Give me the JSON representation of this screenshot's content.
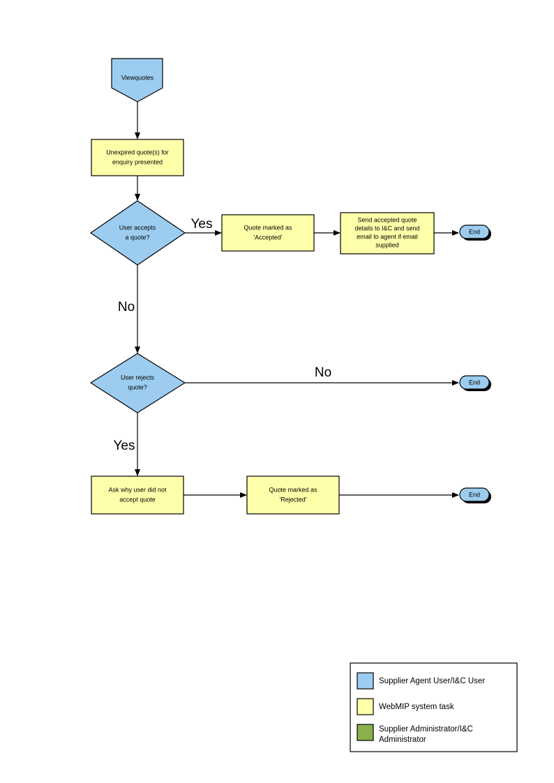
{
  "diagram": {
    "title_text": "",
    "colors": {
      "actor_blue": "#9CCDF0",
      "system_yellow": "#FFFFAA",
      "admin_green": "#8CB04E",
      "stroke": "#000000",
      "background": "#FFFFFF"
    },
    "nodes": {
      "start": {
        "label": "Viewquotes",
        "shape": "pentagon",
        "fill": "#9CCDF0"
      },
      "unexpired": {
        "label_line1": "Unexpired quote(s) for",
        "label_line2": "enquiry presented",
        "shape": "process",
        "fill": "#FFFFAA"
      },
      "decision_accept": {
        "label_line1": "User accepts",
        "label_line2": "a quote?",
        "shape": "diamond",
        "fill": "#9CCDF0"
      },
      "quote_accepted": {
        "label_line1": "Quote  marked as",
        "label_line2": "'Accepted'",
        "shape": "process",
        "fill": "#FFFFAA"
      },
      "send_details": {
        "label_line1": "Send accepted quote",
        "label_line2": "details to I&C and send",
        "label_line3": "email to agent if email",
        "label_line4": "supplied",
        "shape": "process",
        "fill": "#FFFFAA"
      },
      "end_accepted": {
        "label": "End",
        "shape": "terminator",
        "fill": "#9CCDF0"
      },
      "decision_reject": {
        "label_line1": "User rejects",
        "label_line2": "quote?",
        "shape": "diamond",
        "fill": "#9CCDF0"
      },
      "end_no_reject": {
        "label": "End",
        "shape": "terminator",
        "fill": "#9CCDF0"
      },
      "ask_why": {
        "label_line1": "Ask why user did not",
        "label_line2": "accept quote",
        "shape": "process",
        "fill": "#FFFFAA"
      },
      "quote_rejected": {
        "label_line1": "Quote  marked as",
        "label_line2": "'Rejected'",
        "shape": "process",
        "fill": "#FFFFAA"
      },
      "end_rejected": {
        "label": "End",
        "shape": "terminator",
        "fill": "#9CCDF0"
      }
    },
    "edge_labels": {
      "accept_yes": "Yes",
      "accept_no": "No",
      "reject_no": "No",
      "reject_yes": "Yes"
    },
    "legend": {
      "items": [
        {
          "swatch_color": "#9CCDF0",
          "label": "Supplier Agent User/I&C User"
        },
        {
          "swatch_color": "#FFFFAA",
          "label": "WebMIP system task"
        },
        {
          "swatch_color": "#8CB04E",
          "label_line1": "Supplier Administrator/I&C",
          "label_line2": "Administrator"
        }
      ]
    }
  }
}
